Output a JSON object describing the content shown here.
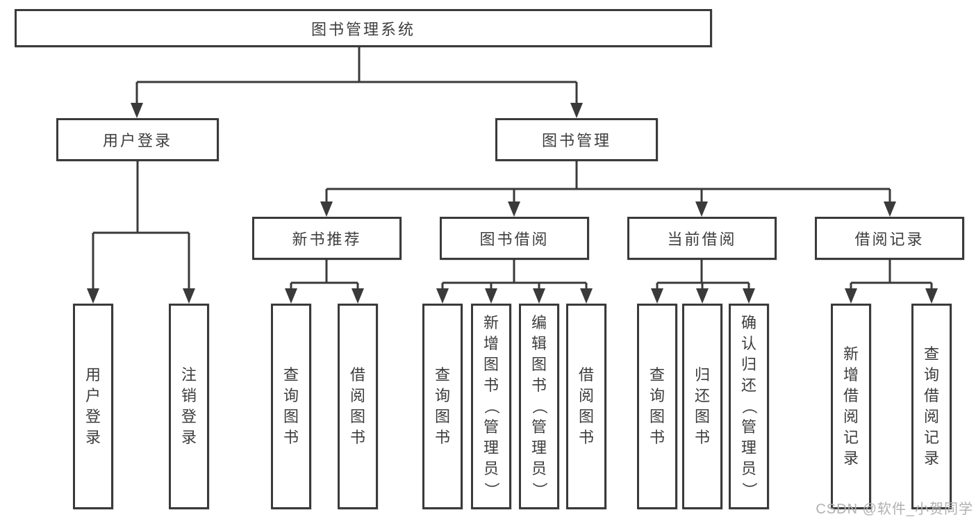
{
  "nodes": {
    "root": "图书管理系统",
    "user_login": "用户登录",
    "book_mgmt": "图书管理",
    "new_book_rec": "新书推荐",
    "book_borrow": "图书借阅",
    "current_borrow": "当前借阅",
    "borrow_record": "借阅记录",
    "ul_user_login": "用户登录",
    "ul_logout": "注销登录",
    "nb_query": "查询图书",
    "nb_borrow": "借阅图书",
    "bb_query": "查询图书",
    "bb_add": "新增图书（管理员）",
    "bb_edit": "编辑图书（管理员）",
    "bb_borrow": "借阅图书",
    "cb_query": "查询图书",
    "cb_return": "归还图书",
    "cb_confirm": "确认归还（管理员）",
    "br_add": "新增借阅记录",
    "br_query": "查询借阅记录"
  },
  "watermark": "CSDN @软件_小贺同学",
  "colors": {
    "line": "#3a3a3a",
    "text": "#3d3d3d",
    "background": "#ffffff",
    "watermark": "#b0b0b0"
  }
}
